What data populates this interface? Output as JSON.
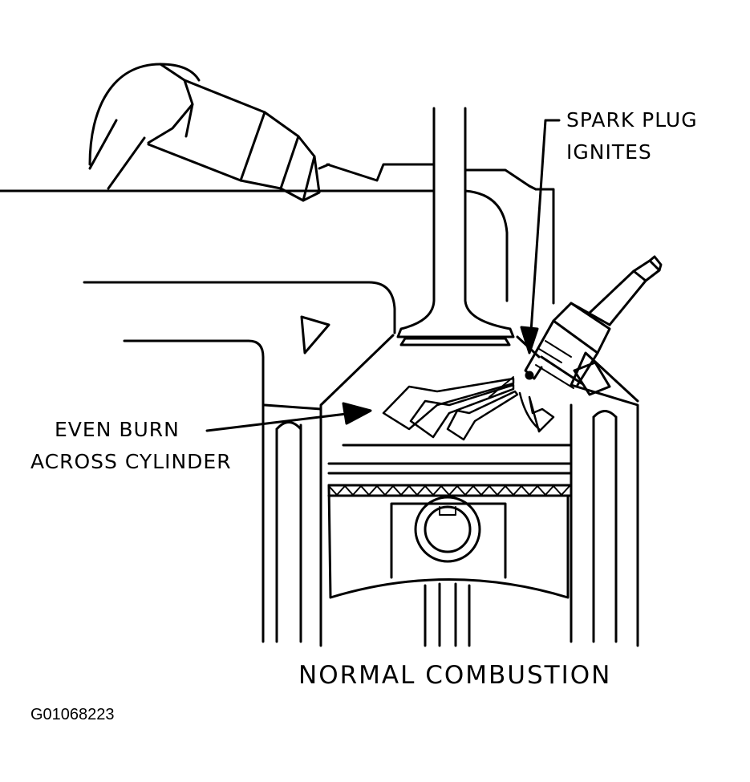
{
  "labels": {
    "spark_plug_line1": "SPARK PLUG",
    "spark_plug_line2": "IGNITES",
    "even_burn_line1": "EVEN BURN",
    "even_burn_line2": "ACROSS CYLINDER",
    "title": "NORMAL COMBUSTION",
    "figure_id": "G01068223"
  },
  "colors": {
    "ink": "#000000",
    "paper": "#ffffff"
  }
}
